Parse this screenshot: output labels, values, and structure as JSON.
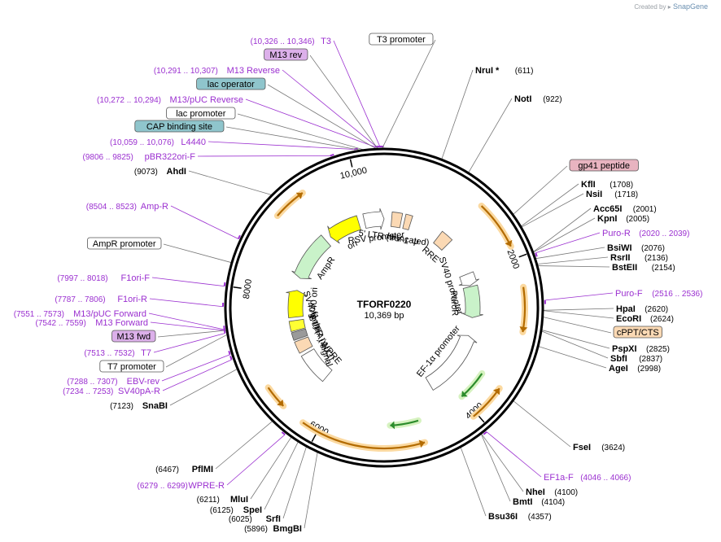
{
  "credit": {
    "prefix": "Created by",
    "brand": "SnapGene"
  },
  "plasmid": {
    "name": "TFORF0220",
    "size_label": "10,369 bp",
    "length": 10369
  },
  "ticks": [
    {
      "bp": 2000,
      "label": "2000"
    },
    {
      "bp": 4000,
      "label": "4000"
    },
    {
      "bp": 6000,
      "label": "6000"
    },
    {
      "bp": 8000,
      "label": "8000"
    },
    {
      "bp": 10000,
      "label": "10,000"
    }
  ],
  "right_labels": [
    {
      "name": "NruI *",
      "pos": "(611)",
      "bp": 611,
      "kind": "enzyme"
    },
    {
      "name": "NotI",
      "pos": "(922)",
      "bp": 922,
      "kind": "enzyme"
    },
    {
      "name": "gp41 peptide",
      "pos": "",
      "bp": 1560,
      "kind": "box",
      "color": "#e8b4c0"
    },
    {
      "name": "KflI",
      "pos": "(1708)",
      "bp": 1708,
      "kind": "enzyme"
    },
    {
      "name": "NsiI",
      "pos": "(1718)",
      "bp": 1718,
      "kind": "enzyme"
    },
    {
      "name": "Acc65I",
      "pos": "(2001)",
      "bp": 2001,
      "kind": "enzyme"
    },
    {
      "name": "KpnI",
      "pos": "(2005)",
      "bp": 2005,
      "kind": "enzyme"
    },
    {
      "name": "Puro-R",
      "pos": "(2020 .. 2039)",
      "bp": 2020,
      "kind": "primer"
    },
    {
      "name": "BsiWI",
      "pos": "(2076)",
      "bp": 2076,
      "kind": "enzyme"
    },
    {
      "name": "RsrII",
      "pos": "(2136)",
      "bp": 2136,
      "kind": "enzyme"
    },
    {
      "name": "BstEII",
      "pos": "(2154)",
      "bp": 2154,
      "kind": "enzyme"
    },
    {
      "name": "Puro-F",
      "pos": "(2516 .. 2536)",
      "bp": 2516,
      "kind": "primer"
    },
    {
      "name": "HpaI",
      "pos": "(2620)",
      "bp": 2620,
      "kind": "enzyme"
    },
    {
      "name": "EcoRI",
      "pos": "(2624)",
      "bp": 2624,
      "kind": "enzyme"
    },
    {
      "name": "cPPT/CTS",
      "pos": "",
      "bp": 2690,
      "kind": "box",
      "color": "#fbd9b4"
    },
    {
      "name": "PspXI",
      "pos": "(2825)",
      "bp": 2825,
      "kind": "enzyme"
    },
    {
      "name": "SbfI",
      "pos": "(2837)",
      "bp": 2837,
      "kind": "enzyme"
    },
    {
      "name": "AgeI",
      "pos": "(2998)",
      "bp": 2998,
      "kind": "enzyme"
    },
    {
      "name": "FseI",
      "pos": "(3624)",
      "bp": 3624,
      "kind": "enzyme"
    },
    {
      "name": "EF1a-F",
      "pos": "(4046 .. 4066)",
      "bp": 4046,
      "kind": "primer"
    },
    {
      "name": "NheI",
      "pos": "(4100)",
      "bp": 4100,
      "kind": "enzyme"
    },
    {
      "name": "BmtI",
      "pos": "(4104)",
      "bp": 4104,
      "kind": "enzyme"
    },
    {
      "name": "Bsu36I",
      "pos": "(4357)",
      "bp": 4357,
      "kind": "enzyme"
    }
  ],
  "bottom_labels": [
    {
      "name": "PflMI",
      "pos": "(6467)",
      "bp": 6467,
      "kind": "enzyme"
    },
    {
      "name": "WPRE-R",
      "pos": "(6279 .. 6299)",
      "bp": 6279,
      "kind": "primer"
    },
    {
      "name": "MluI",
      "pos": "(6211)",
      "bp": 6211,
      "kind": "enzyme"
    },
    {
      "name": "SpeI",
      "pos": "(6125)",
      "bp": 6125,
      "kind": "enzyme"
    },
    {
      "name": "SrfI",
      "pos": "(6025)",
      "bp": 6025,
      "kind": "enzyme"
    },
    {
      "name": "BmgBI",
      "pos": "(5896)",
      "bp": 5896,
      "kind": "enzyme"
    }
  ],
  "left_labels": [
    {
      "name": "SnaBI",
      "pos": "(7123)",
      "bp": 7123,
      "kind": "enzyme"
    },
    {
      "name": "SV40pA-R",
      "pos": "(7234 .. 7253)",
      "bp": 7234,
      "kind": "primer"
    },
    {
      "name": "EBV-rev",
      "pos": "(7288 .. 7307)",
      "bp": 7288,
      "kind": "primer"
    },
    {
      "name": "T7 promoter",
      "pos": "",
      "bp": 7495,
      "kind": "box",
      "color": "#ffffff"
    },
    {
      "name": "T7",
      "pos": "(7513 .. 7532)",
      "bp": 7513,
      "kind": "primer"
    },
    {
      "name": "M13 fwd",
      "pos": "",
      "bp": 7540,
      "kind": "box",
      "color": "#dcb0ea"
    },
    {
      "name": "M13 Forward",
      "pos": "(7542 .. 7559)",
      "bp": 7542,
      "kind": "primer"
    },
    {
      "name": "M13/pUC Forward",
      "pos": "(7551 .. 7573)",
      "bp": 7551,
      "kind": "primer"
    },
    {
      "name": "F1ori-R",
      "pos": "(7787 .. 7806)",
      "bp": 7787,
      "kind": "primer"
    },
    {
      "name": "F1ori-F",
      "pos": "(7997 .. 8018)",
      "bp": 7997,
      "kind": "primer"
    },
    {
      "name": "AmpR promoter",
      "pos": "",
      "bp": 8250,
      "kind": "box",
      "color": "#ffffff"
    },
    {
      "name": "Amp-R",
      "pos": "(8504 .. 8523)",
      "bp": 8504,
      "kind": "primer"
    },
    {
      "name": "AhdI",
      "pos": "(9073)",
      "bp": 9073,
      "kind": "enzyme"
    },
    {
      "name": "pBR322ori-F",
      "pos": "(9806 .. 9825)",
      "bp": 9806,
      "kind": "primer"
    },
    {
      "name": "L4440",
      "pos": "(10,059 .. 10,076)",
      "bp": 10059,
      "kind": "primer"
    },
    {
      "name": "CAP binding site",
      "pos": "",
      "bp": 10120,
      "kind": "box",
      "color": "#8fc5cc"
    },
    {
      "name": "lac promoter",
      "pos": "",
      "bp": 10150,
      "kind": "box",
      "color": "#ffffff"
    },
    {
      "name": "M13/pUC Reverse",
      "pos": "(10,272 .. 10,294)",
      "bp": 10272,
      "kind": "primer"
    },
    {
      "name": "lac operator",
      "pos": "",
      "bp": 10280,
      "kind": "box",
      "color": "#8fc5cc"
    },
    {
      "name": "M13 Reverse",
      "pos": "(10,291 .. 10,307)",
      "bp": 10291,
      "kind": "primer"
    },
    {
      "name": "M13 rev",
      "pos": "",
      "bp": 10300,
      "kind": "box",
      "color": "#dcb0ea"
    },
    {
      "name": "T3",
      "pos": "(10,326 .. 10,346)",
      "bp": 10326,
      "kind": "primer"
    },
    {
      "name": "T3 promoter",
      "pos": "",
      "bp": 10350,
      "kind": "box",
      "color": "#ffffff"
    }
  ],
  "features": [
    {
      "name": "RSV promoter",
      "start": 10000,
      "end": 10369,
      "ring": 0,
      "color": "#ffffff",
      "dir": 1
    },
    {
      "name": "5' LTR (truncated)",
      "start": 140,
      "end": 320,
      "ring": 0,
      "color": "#fbd9b4",
      "dir": 0
    },
    {
      "name": "HIV-1 Ψ",
      "start": 380,
      "end": 500,
      "ring": 0,
      "color": "#fbd9b4",
      "dir": 0
    },
    {
      "name": "RRE",
      "start": 1075,
      "end": 1300,
      "ring": 0,
      "color": "#fbd9b4",
      "dir": 0
    },
    {
      "name": "SV40 promoter",
      "start": 1960,
      "end": 2180,
      "ring": 0,
      "color": "#ffffff",
      "dir": 1
    },
    {
      "name": "PuroR",
      "start": 2200,
      "end": 2780,
      "ring": 0,
      "color": "#c9f2c9",
      "dir": 1
    },
    {
      "name": "EF-1α promoter",
      "start": 3120,
      "end": 4300,
      "ring": 0,
      "color": "#ffffff",
      "dir": -1
    },
    {
      "name": "WPRE",
      "start": 6330,
      "end": 6900,
      "ring": 0,
      "color": "#ffffff",
      "dir": 0
    },
    {
      "name": "3' LTR (ΔU3)",
      "start": 6960,
      "end": 7170,
      "ring": 0,
      "color": "#fbd9b4",
      "dir": 0
    },
    {
      "name": "SV40 poly(A) signal",
      "start": 7200,
      "end": 7340,
      "ring": 0,
      "color": "#9a9a9a",
      "dir": 0
    },
    {
      "name": "f1 ori",
      "start": 7360,
      "end": 7540,
      "ring": 0,
      "color": "#ffff33",
      "dir": 0
    },
    {
      "name": "SV40 ori",
      "start": 7600,
      "end": 8100,
      "ring": 0,
      "color": "#ffff00",
      "dir": 1
    },
    {
      "name": "AmpR",
      "start": 8330,
      "end": 9190,
      "ring": 0,
      "color": "#c9f2c9",
      "dir": -1
    },
    {
      "name": "ori",
      "start": 9300,
      "end": 9890,
      "ring": 0,
      "color": "#ffff00",
      "dir": -1
    }
  ],
  "orf_arcs": [
    {
      "start": 1260,
      "end": 1850,
      "dir": 1
    },
    {
      "start": 2350,
      "end": 2880,
      "dir": 1
    },
    {
      "start": 3600,
      "end": 4050,
      "dir": -1
    },
    {
      "start": 4700,
      "end": 6200,
      "dir": -1
    },
    {
      "start": 6500,
      "end": 6780,
      "dir": -1
    },
    {
      "start": 8950,
      "end": 9350,
      "dir": 1
    }
  ],
  "inner_arcs": [
    {
      "start": 3570,
      "end": 4000,
      "dir": 1
    },
    {
      "start": 4700,
      "end": 5100,
      "dir": 1
    }
  ]
}
